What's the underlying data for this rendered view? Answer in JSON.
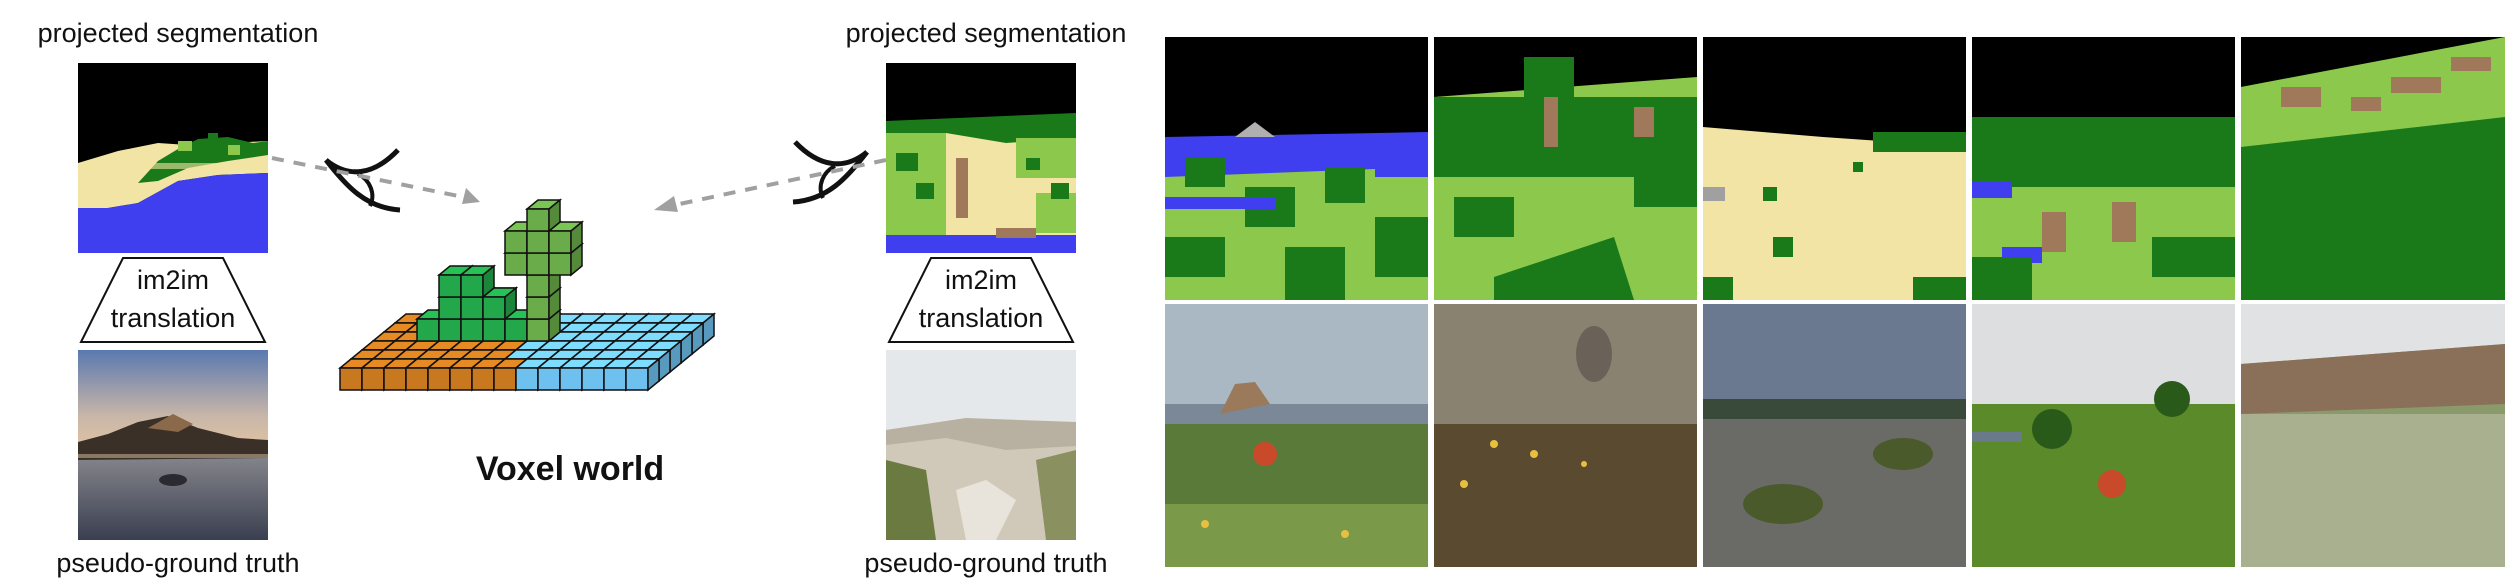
{
  "left_panel": {
    "top_label": "projected segmentation",
    "trap_line1": "im2im",
    "trap_line2": "translation",
    "bottom_label": "pseudo-ground truth"
  },
  "right_panel": {
    "top_label": "projected segmentation",
    "trap_line1": "im2im",
    "trap_line2": "translation",
    "bottom_label": "pseudo-ground truth"
  },
  "center": {
    "title": "Voxel world"
  },
  "colors": {
    "sky": "#000000",
    "water": "#3f3ff0",
    "sand": "#f2e4a4",
    "grass_dark": "#1a7a1a",
    "grass_light": "#8cc84b",
    "dirt": "#a0785a",
    "voxel_green": "#22a84a",
    "voxel_light_green": "#6aac4a",
    "voxel_orange": "#c8781e",
    "voxel_blue": "#6ec0ee"
  }
}
